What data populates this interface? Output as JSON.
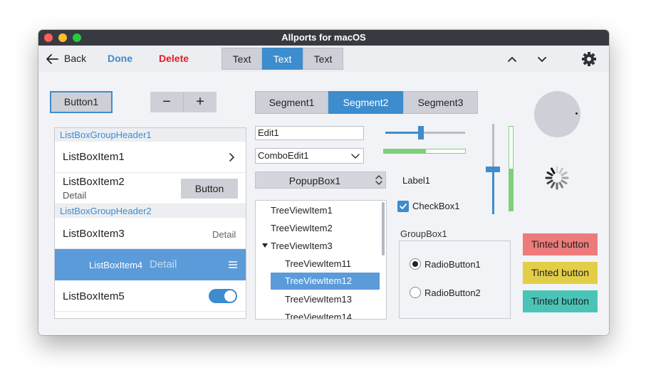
{
  "window": {
    "title": "Allports for macOS"
  },
  "toolbar": {
    "back_label": "Back",
    "done_label": "Done",
    "delete_label": "Delete",
    "segments": [
      "Text",
      "Text",
      "Text"
    ],
    "active_segment_index": 1
  },
  "buttons": {
    "button1": "Button1",
    "minus": "−",
    "plus": "+"
  },
  "segments": {
    "items": [
      "Segment1",
      "Segment2",
      "Segment3"
    ],
    "active_index": 1
  },
  "listbox": {
    "group1": "ListBoxGroupHeader1",
    "item1": {
      "title": "ListBoxItem1"
    },
    "item2": {
      "title": "ListBoxItem2",
      "detail": "Detail",
      "button": "Button"
    },
    "group2": "ListBoxGroupHeader2",
    "item3": {
      "title": "ListBoxItem3",
      "detail": "Detail"
    },
    "item4": {
      "title": "ListBoxItem4",
      "detail": "Detail"
    },
    "item5": {
      "title": "ListBoxItem5",
      "switch_on": true
    }
  },
  "inputs": {
    "edit1": "Edit1",
    "comboedit1": "ComboEdit1",
    "popupbox1": "PopupBox1"
  },
  "tree": {
    "items": [
      {
        "label": "TreeViewItem1"
      },
      {
        "label": "TreeViewItem2"
      },
      {
        "label": "TreeViewItem3",
        "expanded": true
      },
      {
        "label": "TreeViewItem11"
      },
      {
        "label": "TreeViewItem12",
        "selected": true
      },
      {
        "label": "TreeViewItem13"
      },
      {
        "label": "TreeViewItem14"
      }
    ]
  },
  "controls": {
    "trackbar_value": 0.45,
    "progress_value": 0.52,
    "vertical_trackbar_value": 0.5,
    "vertical_progress_value": 0.5,
    "label1": "Label1",
    "checkbox1": {
      "label": "CheckBox1",
      "checked": true
    },
    "groupbox1": "GroupBox1",
    "radio1": {
      "label": "RadioButton1",
      "checked": true
    },
    "radio2": {
      "label": "RadioButton2",
      "checked": false
    }
  },
  "tinted": [
    {
      "label": "Tinted button",
      "color": "#ee7b7b"
    },
    {
      "label": "Tinted button",
      "color": "#e3cf47"
    },
    {
      "label": "Tinted button",
      "color": "#4bc4b8"
    }
  ],
  "colors": {
    "accent": "#3d8ccd",
    "selection": "#5c9bd9",
    "title_bar": "#383a42",
    "switch": "#3d8ccd",
    "green": "#7ed07a"
  }
}
